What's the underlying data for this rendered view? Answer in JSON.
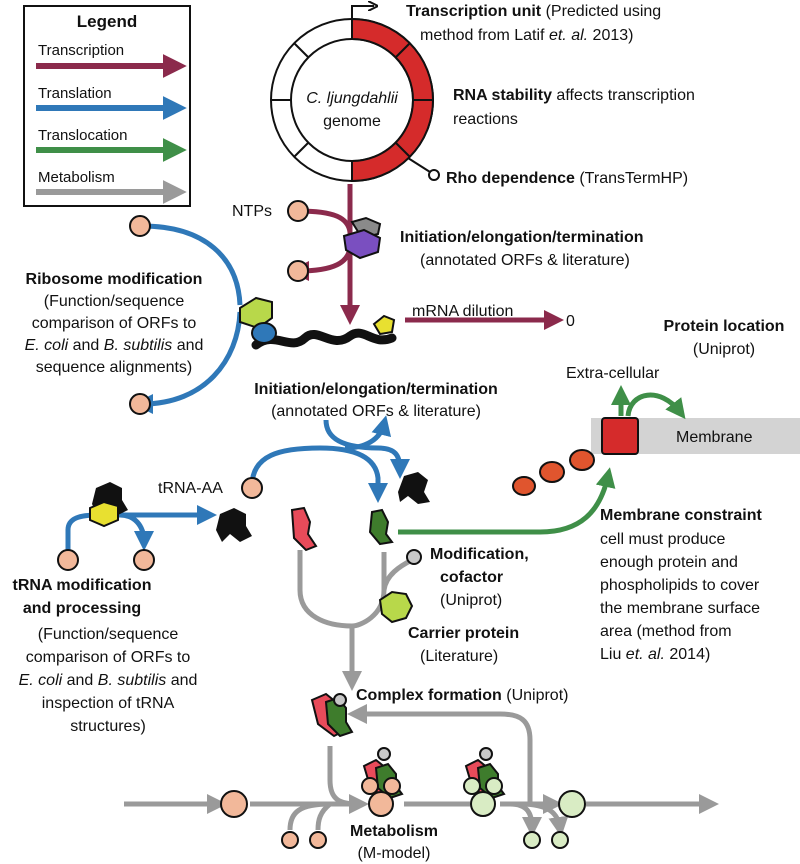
{
  "legend": {
    "title": "Legend",
    "items": [
      {
        "label": "Transcription",
        "color": "#8b2a4c"
      },
      {
        "label": "Translation",
        "color": "#2f78b8"
      },
      {
        "label": "Translocation",
        "color": "#3f8f48"
      },
      {
        "label": "Metabolism",
        "color": "#9a9a9a"
      }
    ]
  },
  "genome": {
    "organism": "C. ljungdahlii",
    "word": "genome"
  },
  "transcription_unit": {
    "bold": "Transcription unit",
    "rest1": " (Predicted using",
    "line2": "method from Latif ",
    "etal": "et. al.",
    "year": " 2013)"
  },
  "rna_stability": {
    "bold": "RNA stability",
    "rest1": " affects transcription",
    "line2": "reactions"
  },
  "rho": {
    "bold": "Rho dependence",
    "rest": " (TransTermHP)"
  },
  "ntps": "NTPs",
  "init_top": {
    "title": "Initiation/elongation/termination",
    "sub": "(annotated ORFs & literature)"
  },
  "mrna_dilution": {
    "label": "mRNA dilution",
    "zero": "0"
  },
  "ribosome_mod": {
    "title": "Ribosome modification",
    "l1": "(Function/sequence",
    "l2": "comparison of ORFs to",
    "l3_a": "E. coli",
    "l3_b": " and ",
    "l3_c": "B. subtilis",
    "l3_d": " and",
    "l4": "sequence alignments)"
  },
  "init_mid": {
    "title": "Initiation/elongation/termination",
    "sub": "(annotated ORFs & literature)"
  },
  "protein_location": {
    "title": "Protein location",
    "sub": "(Uniprot)",
    "extra": "Extra-cellular",
    "membrane": "Membrane"
  },
  "trna_aa": "tRNA-AA",
  "membrane_constraint": {
    "title": "Membrane constraint",
    "l1": "cell must produce",
    "l2": "enough protein and",
    "l3": "phospholipids to cover",
    "l4": "the membrane surface",
    "l5": "area (method from",
    "l6_a": "Liu ",
    "l6_b": "et. al.",
    "l6_c": " 2014)"
  },
  "modification": {
    "l1": "Modification,",
    "l2": "cofactor",
    "sub": "(Uniprot)"
  },
  "carrier": {
    "title": "Carrier protein",
    "sub": "(Literature)"
  },
  "trna_mod": {
    "t1": "tRNA modification",
    "t2": "and processing",
    "l1": "(Function/sequence",
    "l2": "comparison of ORFs to",
    "l3_a": "E. coli",
    "l3_b": " and ",
    "l3_c": "B. subtilis",
    "l3_d": " and",
    "l4": "inspection of tRNA",
    "l5": "structures)"
  },
  "complex": {
    "bold": "Complex formation",
    "rest": " (Uniprot)"
  },
  "metabolism": {
    "title": "Metabolism",
    "sub": "(M-model)"
  }
}
